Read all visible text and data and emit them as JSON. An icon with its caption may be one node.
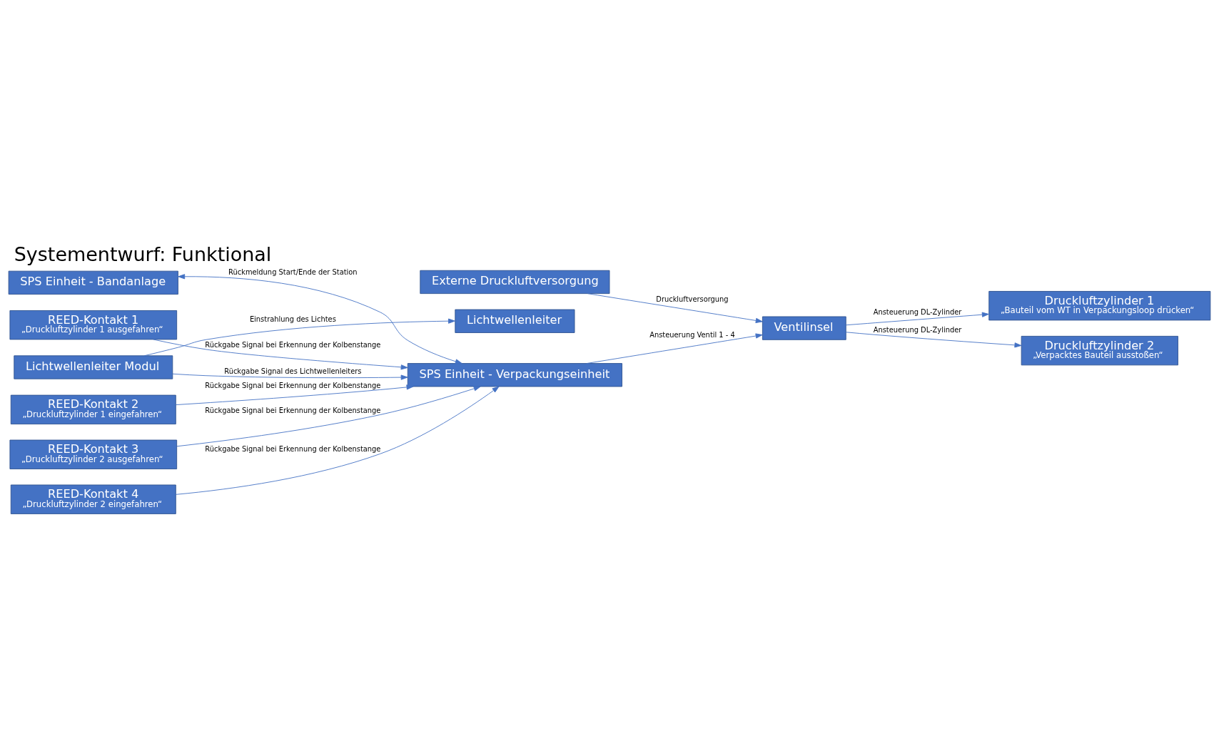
{
  "diagram": {
    "title": "Systementwurf: Funktional",
    "nodes": [
      {
        "text": [
          "Externe Druckluftversorgung"
        ]
      },
      {
        "text": [
          "SPS Einheit - Bandanlage"
        ]
      },
      {
        "text": [
          "SPS Einheit - Verpackungseinheit"
        ]
      },
      {
        "text": [
          "Ventilinsel"
        ]
      },
      {
        "text": [
          "Druckluftzylinder 1",
          "„Bauteil vom WT in Verpackungsloop drücken“"
        ]
      },
      {
        "text": [
          "Druckluftzylinder 2",
          "„Verpacktes Bauteil ausstoßen“"
        ]
      },
      {
        "text": [
          "REED-Kontakt 1",
          "„Druckluftzylinder 1 ausgefahren“"
        ]
      },
      {
        "text": [
          "Lichtwellenleiter Modul"
        ]
      },
      {
        "text": [
          "REED-Kontakt 2",
          "„Druckluftzylinder 1 eingefahren“"
        ]
      },
      {
        "text": [
          "REED-Kontakt 3",
          "„Druckluftzylinder 2 ausgefahren“"
        ]
      },
      {
        "text": [
          "REED-Kontakt 4",
          "„Druckluftzylinder 2 eingefahren“"
        ]
      },
      {
        "text": [
          "Lichtwellenleiter"
        ]
      }
    ],
    "edges": [
      {
        "from": 0,
        "to": 3,
        "arrow": "to",
        "label": "Druckluftversorgung"
      },
      {
        "from": 1,
        "to": 2,
        "arrow": "both",
        "label": "Rückmeldung Start/Ende der Station"
      },
      {
        "from": 2,
        "to": 3,
        "arrow": "to",
        "label": "Ansteuerung Ventil 1 - 4"
      },
      {
        "from": 3,
        "to": 4,
        "arrow": "to",
        "label": "Ansteuerung DL-Zylinder"
      },
      {
        "from": 3,
        "to": 5,
        "arrow": "to",
        "label": "Ansteuerung DL-Zylinder"
      },
      {
        "from": 7,
        "to": 2,
        "arrow": "to",
        "label": "Rückgabe Signal des Lichtwellenleiters"
      },
      {
        "from": 6,
        "to": 2,
        "arrow": "to",
        "label": "Rückgabe Signal bei Erkennung der Kolbenstange"
      },
      {
        "from": 8,
        "to": 2,
        "arrow": "to",
        "label": "Rückgabe Signal bei Erkennung der Kolbenstange"
      },
      {
        "from": 9,
        "to": 2,
        "arrow": "to",
        "label": "Rückgabe Signal bei Erkennung der Kolbenstange"
      },
      {
        "from": 10,
        "to": 2,
        "arrow": "to",
        "label": "Rückgabe Signal bei Erkennung der Kolbenstange"
      },
      {
        "from": 7,
        "to": 11,
        "arrow": "to",
        "label": "Einstrahlung des Lichtes"
      }
    ]
  }
}
